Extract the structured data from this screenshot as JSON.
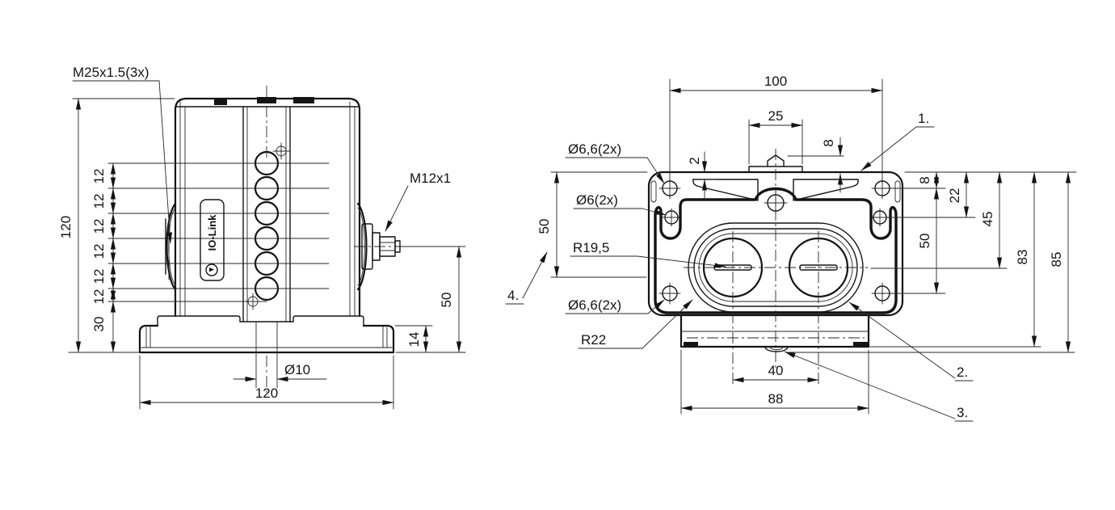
{
  "front_view": {
    "thread_label": "M25x1.5(3x)",
    "connector_label": "M12x1",
    "brand": "IO-Link",
    "dim_total_height": "120",
    "dim_pitch": "12",
    "dim_base": "30",
    "dim_connector_height": "50",
    "dim_flange": "14",
    "dim_hole": "Ø10",
    "dim_width": "120"
  },
  "top_view": {
    "dim_hole_span": "100",
    "dim_tab": "25",
    "dim_recess": "2",
    "dim_tab_height": "8",
    "dim_edge_to_hole": "8",
    "dim_second_hole": "22",
    "dim_center_height": "45",
    "dim_hole_span_v": "50",
    "dim_left_height": "50",
    "dim_body_height": "83",
    "dim_total_height": "85",
    "dim_slot_span": "40",
    "dim_body_width": "88",
    "label_corner_holes_top": "Ø6,6(2x)",
    "label_corner_holes_bottom": "Ø6,6(2x)",
    "label_side_holes": "Ø6(2x)",
    "label_radius_inner": "R19,5",
    "label_radius_outer": "R22",
    "callout_1": "1.",
    "callout_2": "2.",
    "callout_3": "3.",
    "callout_4": "4."
  }
}
